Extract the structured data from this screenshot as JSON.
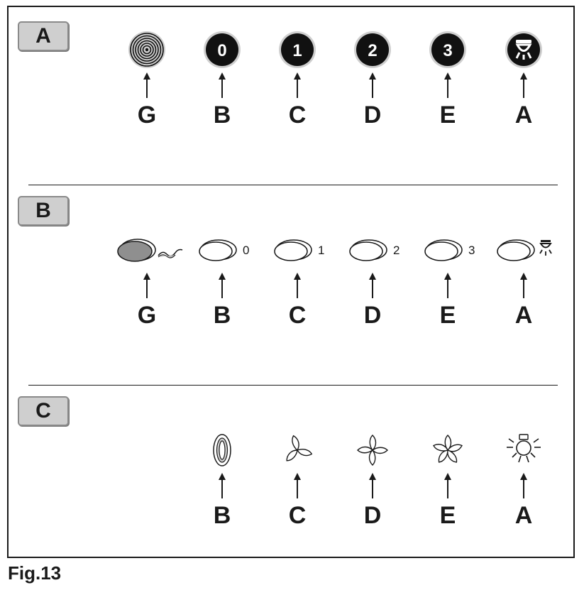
{
  "caption": "Fig.13",
  "panels": [
    {
      "tab": "A",
      "controls": [
        {
          "label": "G",
          "icon": "spiral-knob-icon"
        },
        {
          "label": "B",
          "icon": "knob-0-icon",
          "text": "0"
        },
        {
          "label": "C",
          "icon": "knob-1-icon",
          "text": "1"
        },
        {
          "label": "D",
          "icon": "knob-2-icon",
          "text": "2"
        },
        {
          "label": "E",
          "icon": "knob-3-icon",
          "text": "3"
        },
        {
          "label": "A",
          "icon": "light-knob-icon"
        }
      ]
    },
    {
      "tab": "B",
      "controls": [
        {
          "label": "G",
          "icon": "shaded-button-icon"
        },
        {
          "label": "B",
          "icon": "oval-button-icon",
          "text": "0"
        },
        {
          "label": "C",
          "icon": "oval-button-icon",
          "text": "1"
        },
        {
          "label": "D",
          "icon": "oval-button-icon",
          "text": "2"
        },
        {
          "label": "E",
          "icon": "oval-button-icon",
          "text": "3"
        },
        {
          "label": "A",
          "icon": "oval-button-lamp-icon"
        }
      ]
    },
    {
      "tab": "C",
      "controls": [
        {
          "label": "B",
          "icon": "zero-outline-icon"
        },
        {
          "label": "C",
          "icon": "fan-speed-1-icon"
        },
        {
          "label": "D",
          "icon": "fan-speed-2-icon"
        },
        {
          "label": "E",
          "icon": "fan-speed-3-icon"
        },
        {
          "label": "A",
          "icon": "light-bulb-icon"
        }
      ]
    }
  ]
}
